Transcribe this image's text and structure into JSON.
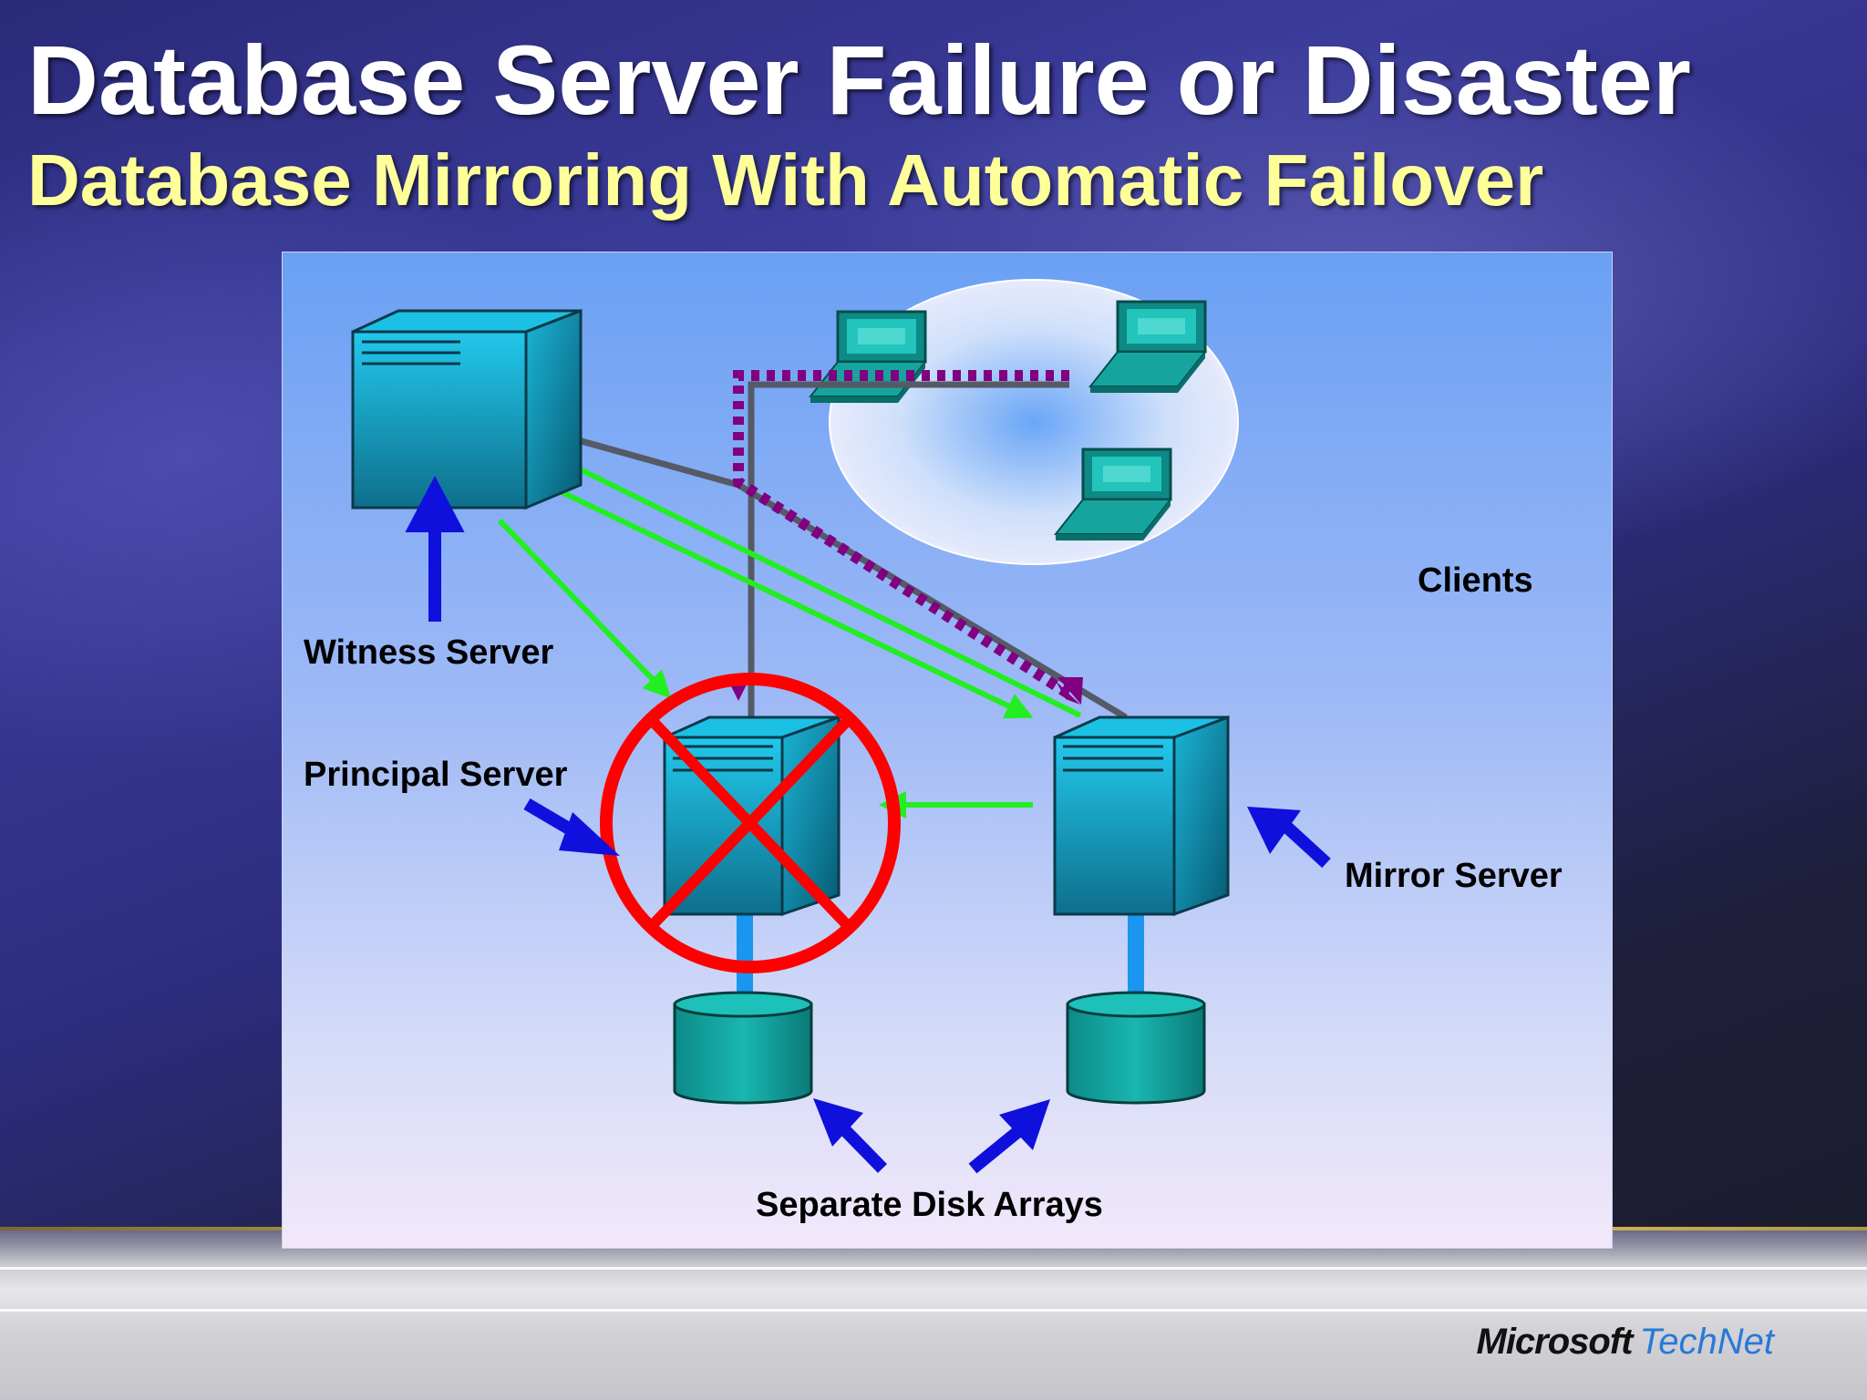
{
  "slide": {
    "title": "Database Server Failure or Disaster",
    "subtitle": "Database Mirroring With Automatic Failover"
  },
  "diagram": {
    "labels": {
      "witness": "Witness Server",
      "principal": "Principal Server",
      "mirror": "Mirror Server",
      "clients": "Clients",
      "disks": "Separate Disk Arrays"
    },
    "failed_node": "Principal Server"
  },
  "footer": {
    "brand_primary": "Microsoft",
    "brand_secondary": "TechNet"
  },
  "colors": {
    "title": "#ffffff",
    "subtitle": "#ffff99",
    "data_flow_arrows": "#22ee22",
    "pointer_arrows": "#1010dd",
    "client_connection_dotted": "#800080",
    "failure_mark": "#ff0000",
    "server_body": "#1aa8cc"
  }
}
